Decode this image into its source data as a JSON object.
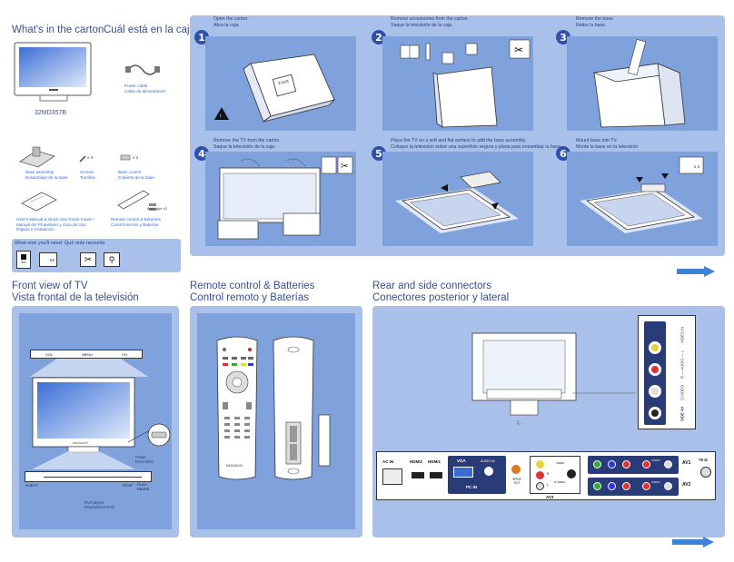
{
  "carton": {
    "title_en": "What's in the carton",
    "title_es": "Cuál está en la caja",
    "tv_model": "32MD357B",
    "power_cable": [
      "Power cable",
      "Cable de alimentación"
    ],
    "base_assembly": [
      "Base assembly",
      "Ensamblaje de la base"
    ],
    "screws": [
      "Screws",
      "Tornillos"
    ],
    "screws_count": "x 4",
    "base_covers": [
      "Base covers",
      "Cubierta de la base"
    ],
    "base_covers_count": "x 2",
    "manual": [
      "User's Manual & Quick Use Guide Inside !",
      "Manual del Propietario y Guía de Uso",
      "Rápido e Instalación"
    ],
    "remote": [
      "Remote control & Batteries",
      "Control remoto y Baterías"
    ],
    "battery_label": "AAA type x2"
  },
  "need": {
    "title_en": "What else you'll need",
    "title_es": "Qué más necesita",
    "ac_label": "AC",
    "x2_label": "X2"
  },
  "steps": [
    {
      "num": "1",
      "en": "Open the carton.",
      "es": "Abra la caja.",
      "box_text": "Front"
    },
    {
      "num": "2",
      "en": "Remove accessories from the carton.",
      "es": "Saque la televisión de la caja."
    },
    {
      "num": "3",
      "en": "Remove the base.",
      "es": "Retire la base."
    },
    {
      "num": "4",
      "en": "Remove the TV from the carton.",
      "es": "Saque la televisión de la caja."
    },
    {
      "num": "5",
      "en": "Place the TV on a soft and flat surface to add the base assembly.",
      "es": "Coloque la televisión sobre una superficie segura y plana para ensamblar la base."
    },
    {
      "num": "6",
      "en": "Mount base into TV.",
      "es": "Monte la base en la televisión",
      "count": "x 4"
    }
  ],
  "front": {
    "title_en": "Front view of TV",
    "title_es": "Vista frontal de la televisión",
    "vol": "VOL",
    "menu": "MENU",
    "ch": "CH",
    "brand": "MAGNAVOX",
    "power": [
      "Power",
      "Encendido"
    ],
    "eject": "EJECT",
    "stop": "STOP",
    "play": [
      "PLAY/",
      "PAUSE"
    ],
    "dvd": [
      "DVD player",
      "Reproductor DVD"
    ]
  },
  "remote": {
    "title_en": "Remote control & Batteries",
    "title_es": "Control remoto y Baterías",
    "brand": "MAGNAVOX"
  },
  "rear": {
    "title_en": "Rear and side connectors",
    "title_es": "Conectores posterior y lateral",
    "side": [
      "VIDEO IN",
      "R — AUDIO — L",
      "S-VIDEO",
      "SIDE AV"
    ],
    "ac_in": "AC IN",
    "hdmi2": "HDMI2",
    "hdmi1": "HDMI1",
    "vga": "VGA",
    "audio_in": "AUDIO IN",
    "pc_in": "PC IN",
    "spdif": "SPDIF OUT",
    "av3": "AV3",
    "av1": "AV1",
    "av2": "AV2",
    "ant": "75 Ω",
    "video": "VIDEO",
    "audio": "AUDIO",
    "svideo": "S-VIDEO",
    "r": "R",
    "l": "L",
    "y": "Y",
    "pb": "Pb",
    "pr": "Pr"
  },
  "colors": {
    "panel": "#a9c1ea",
    "inner": "#7fa1dc",
    "accent": "#2f4fa8",
    "arrow": "#3b82d8"
  }
}
